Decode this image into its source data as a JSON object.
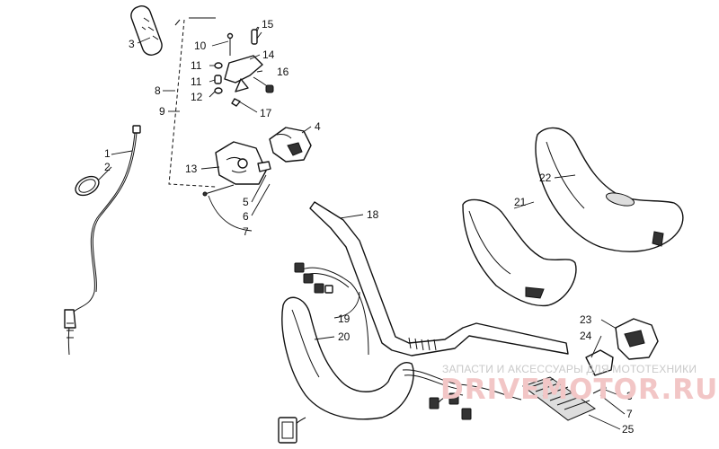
{
  "labels": [
    {
      "id": "1",
      "text": "1"
    },
    {
      "id": "2",
      "text": "2"
    },
    {
      "id": "3a",
      "text": "3"
    },
    {
      "id": "3b",
      "text": "3"
    },
    {
      "id": "4",
      "text": "4"
    },
    {
      "id": "5",
      "text": "5"
    },
    {
      "id": "6",
      "text": "6"
    },
    {
      "id": "7a",
      "text": "7"
    },
    {
      "id": "7b",
      "text": "7"
    },
    {
      "id": "8",
      "text": "8"
    },
    {
      "id": "9",
      "text": "9"
    },
    {
      "id": "10",
      "text": "10"
    },
    {
      "id": "11a",
      "text": "11"
    },
    {
      "id": "11b",
      "text": "11"
    },
    {
      "id": "12",
      "text": "12"
    },
    {
      "id": "13",
      "text": "13"
    },
    {
      "id": "14",
      "text": "14"
    },
    {
      "id": "15",
      "text": "15"
    },
    {
      "id": "16",
      "text": "16"
    },
    {
      "id": "17",
      "text": "17"
    },
    {
      "id": "18",
      "text": "18"
    },
    {
      "id": "19",
      "text": "19"
    },
    {
      "id": "20",
      "text": "20"
    },
    {
      "id": "21",
      "text": "21"
    },
    {
      "id": "22",
      "text": "22"
    },
    {
      "id": "23",
      "text": "23"
    },
    {
      "id": "24",
      "text": "24"
    },
    {
      "id": "25",
      "text": "25"
    }
  ],
  "watermark": {
    "line1": "ЗАПАСТИ И АКСЕССУАРЫ ДЛЯ МОТОТЕХНИКИ",
    "line2": "DRIVEMOTOR.RU"
  }
}
